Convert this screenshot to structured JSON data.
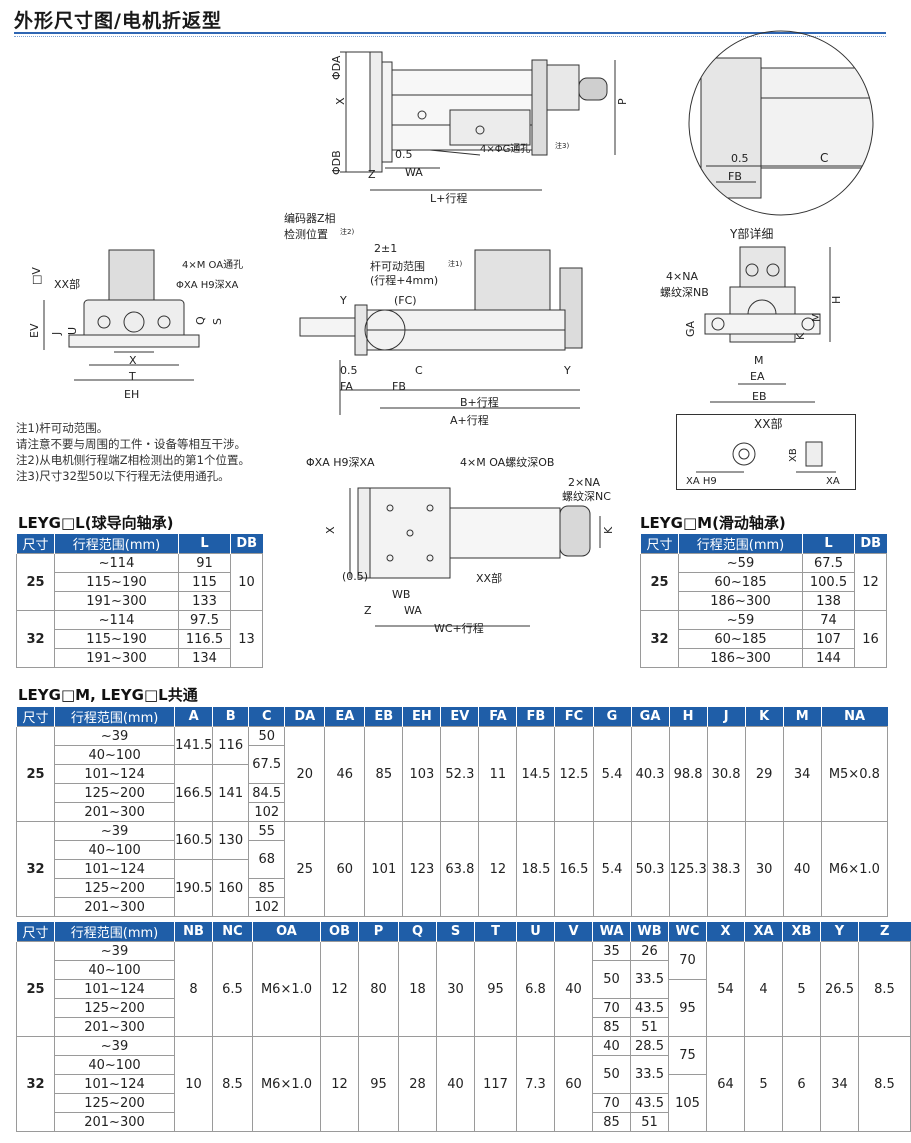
{
  "title": "外形尺寸图/电机折返型",
  "drawings": {
    "top": {
      "labels": [
        "ΦDA",
        "X",
        "ΦDB",
        "Z",
        "0.5",
        "WA",
        "L+行程",
        "4×ΦG通孔",
        "注3)",
        "P"
      ]
    },
    "topright": {
      "labels": [
        "0.5",
        "C",
        "FB"
      ]
    },
    "left": {
      "labels": [
        "□V",
        "XX部",
        "4×M OA通孔",
        "ΦXA H9深XA",
        "EV",
        "J",
        "U",
        "Q",
        "S",
        "X",
        "T",
        "EH"
      ]
    },
    "middle": {
      "labels": [
        "编码器Z相",
        "检测位置",
        "注2)",
        "2±1",
        "杆可动范围",
        "注1)",
        "(行程+4mm)",
        "(FC)",
        "Y",
        "0.5",
        "C",
        "FA",
        "FB",
        "Y",
        "B+行程",
        "A+行程"
      ]
    },
    "ydetail": {
      "title": "Y部详细",
      "labels": [
        "4×NA",
        "螺纹深NB",
        "H",
        "GA",
        "M",
        "K",
        "M",
        "EA",
        "EB"
      ]
    },
    "xxdetail": {
      "title": "XX部",
      "labels": [
        "XB",
        "XA H9",
        "XA"
      ]
    },
    "bottom": {
      "labels": [
        "ΦXA H9深XA",
        "4×M OA螺纹深OB",
        "2×NA",
        "螺纹深NC",
        "X",
        "K",
        "(0.5)",
        "WB",
        "Z",
        "WA",
        "XX部",
        "WC+行程"
      ]
    }
  },
  "notes": [
    "注1)杆可动范围。",
    "请注意不要与周围的工件・设备等相互干涉。",
    "注2)从电机侧行程端Z相检测出的第1个位置。",
    "注3)尺寸32型50以下行程无法使用通孔。"
  ],
  "tableL": {
    "heading": "LEYG□L(球导向轴承)",
    "headers": [
      "尺寸",
      "行程范围(mm)",
      "L",
      "DB"
    ],
    "groups": [
      {
        "size": "25",
        "db": "10",
        "rows": [
          [
            "~114",
            "91"
          ],
          [
            "115~190",
            "115"
          ],
          [
            "191~300",
            "133"
          ]
        ]
      },
      {
        "size": "32",
        "db": "13",
        "rows": [
          [
            "~114",
            "97.5"
          ],
          [
            "115~190",
            "116.5"
          ],
          [
            "191~300",
            "134"
          ]
        ]
      }
    ]
  },
  "tableM": {
    "heading": "LEYG□M(滑动轴承)",
    "headers": [
      "尺寸",
      "行程范围(mm)",
      "L",
      "DB"
    ],
    "groups": [
      {
        "size": "25",
        "db": "12",
        "rows": [
          [
            "~59",
            "67.5"
          ],
          [
            "60~185",
            "100.5"
          ],
          [
            "186~300",
            "138"
          ]
        ]
      },
      {
        "size": "32",
        "db": "16",
        "rows": [
          [
            "~59",
            "74"
          ],
          [
            "60~185",
            "107"
          ],
          [
            "186~300",
            "144"
          ]
        ]
      }
    ]
  },
  "commonHeading": "LEYG□M, LEYG□L共通",
  "table1": {
    "headers": [
      "尺寸",
      "行程范围(mm)",
      "A",
      "B",
      "C",
      "DA",
      "EA",
      "EB",
      "EH",
      "EV",
      "FA",
      "FB",
      "FC",
      "G",
      "GA",
      "H",
      "J",
      "K",
      "M",
      "NA"
    ],
    "groups": [
      {
        "size": "25",
        "strokes": [
          "~39",
          "40~100",
          "101~124",
          "125~200",
          "201~300"
        ],
        "AB": [
          [
            "141.5",
            "116"
          ],
          [
            "166.5",
            "141"
          ]
        ],
        "C": [
          "50",
          "67.5",
          "84.5",
          "102"
        ],
        "rest": [
          "20",
          "46",
          "85",
          "103",
          "52.3",
          "11",
          "14.5",
          "12.5",
          "5.4",
          "40.3",
          "98.8",
          "30.8",
          "29",
          "34",
          "M5×0.8"
        ]
      },
      {
        "size": "32",
        "strokes": [
          "~39",
          "40~100",
          "101~124",
          "125~200",
          "201~300"
        ],
        "AB": [
          [
            "160.5",
            "130"
          ],
          [
            "190.5",
            "160"
          ]
        ],
        "C": [
          "55",
          "68",
          "85",
          "102"
        ],
        "rest": [
          "25",
          "60",
          "101",
          "123",
          "63.8",
          "12",
          "18.5",
          "16.5",
          "5.4",
          "50.3",
          "125.3",
          "38.3",
          "30",
          "40",
          "M6×1.0"
        ]
      }
    ]
  },
  "table2": {
    "headers": [
      "尺寸",
      "行程范围(mm)",
      "NB",
      "NC",
      "OA",
      "OB",
      "P",
      "Q",
      "S",
      "T",
      "U",
      "V",
      "WA",
      "WB",
      "WC",
      "X",
      "XA",
      "XB",
      "Y",
      "Z"
    ],
    "groups": [
      {
        "size": "25",
        "strokes": [
          "~39",
          "40~100",
          "101~124",
          "125~200",
          "201~300"
        ],
        "left": [
          "8",
          "6.5",
          "M6×1.0",
          "12",
          "80",
          "18",
          "30",
          "95",
          "6.8",
          "40"
        ],
        "W": [
          [
            "35",
            "26"
          ],
          [
            "50",
            "33.5"
          ],
          [
            "70",
            "43.5"
          ],
          [
            "85",
            "51"
          ]
        ],
        "WC": [
          "70",
          "95"
        ],
        "right": [
          "54",
          "4",
          "5",
          "26.5",
          "8.5"
        ]
      },
      {
        "size": "32",
        "strokes": [
          "~39",
          "40~100",
          "101~124",
          "125~200",
          "201~300"
        ],
        "left": [
          "10",
          "8.5",
          "M6×1.0",
          "12",
          "95",
          "28",
          "40",
          "117",
          "7.3",
          "60"
        ],
        "W": [
          [
            "40",
            "28.5"
          ],
          [
            "50",
            "33.5"
          ],
          [
            "70",
            "43.5"
          ],
          [
            "85",
            "51"
          ]
        ],
        "WC": [
          "75",
          "105"
        ],
        "right": [
          "64",
          "5",
          "6",
          "34",
          "8.5"
        ]
      }
    ]
  }
}
